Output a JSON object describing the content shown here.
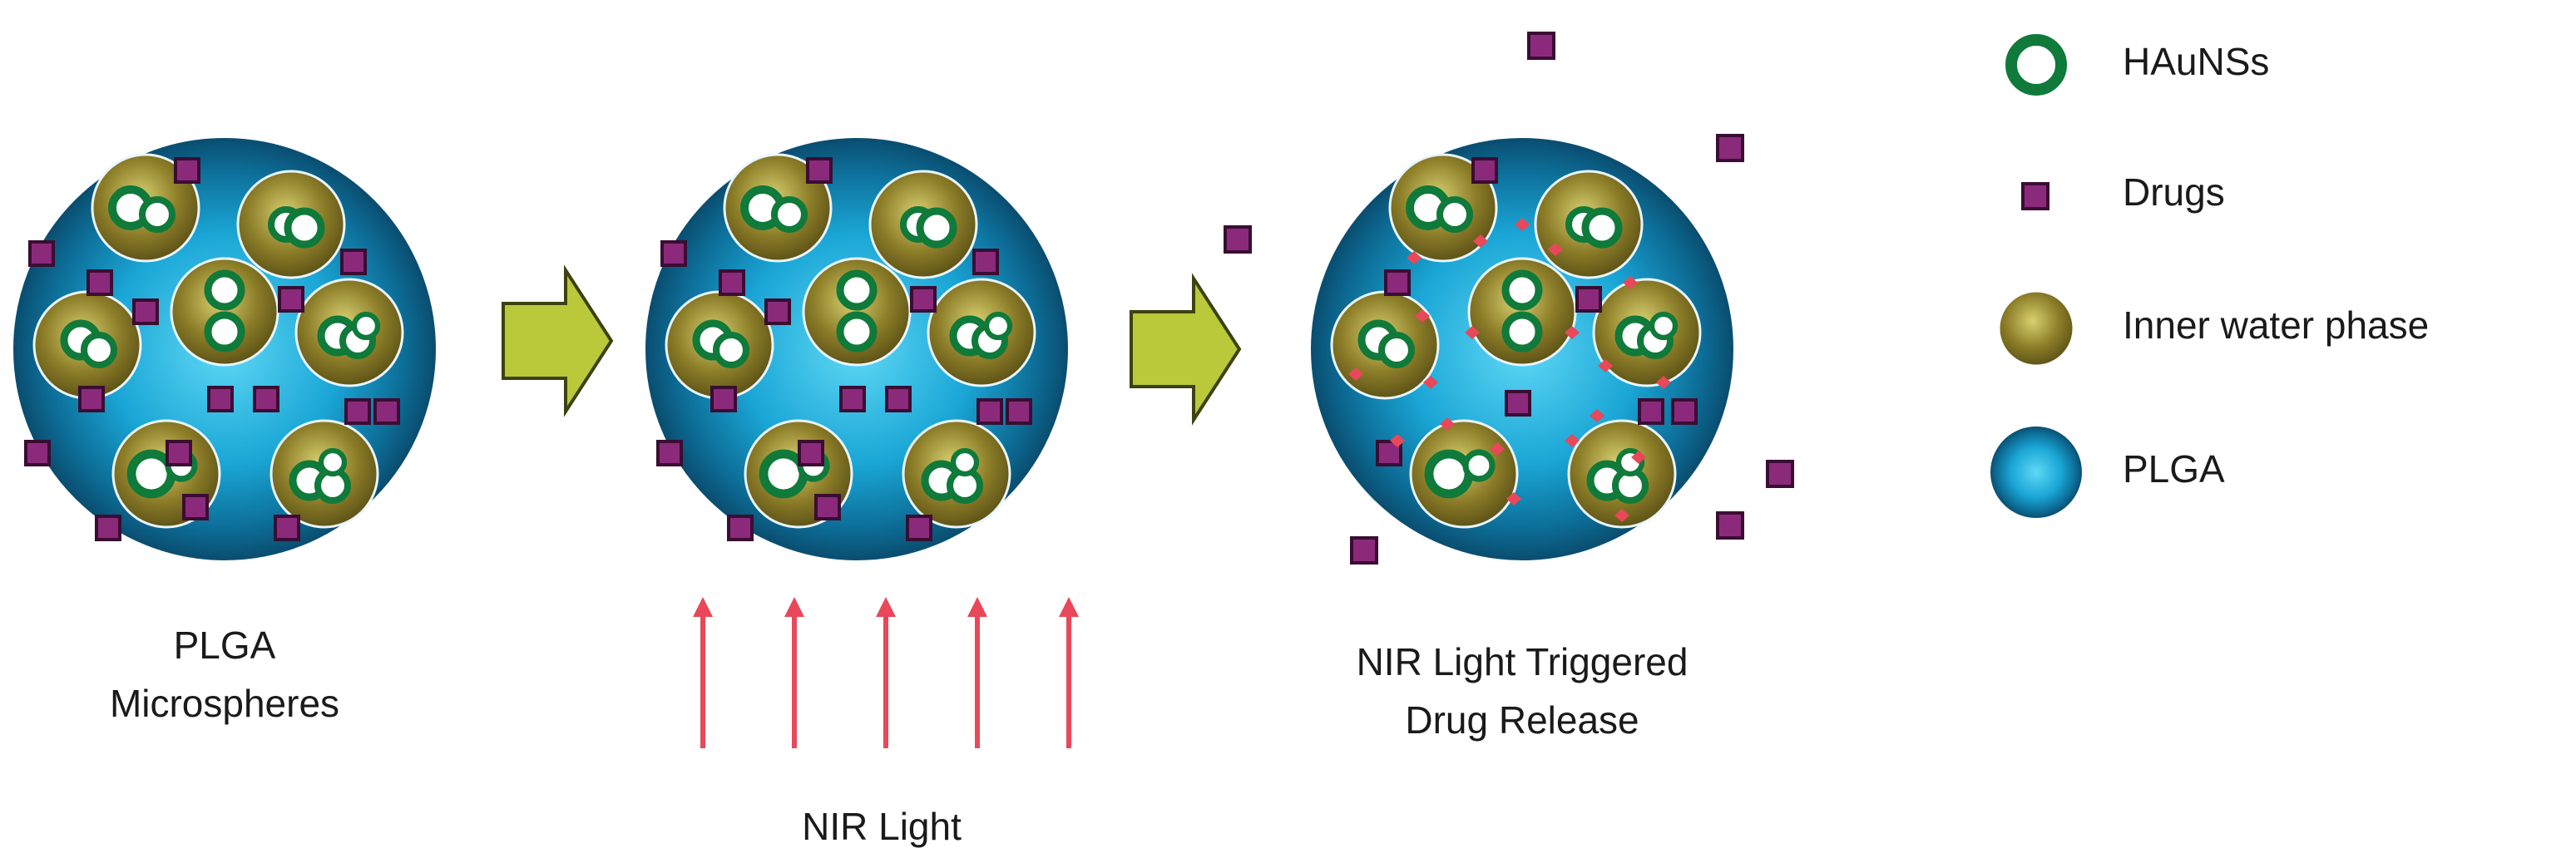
{
  "captions": {
    "stage1_line1": "PLGA",
    "stage1_line2": "Microspheres",
    "stage2": "NIR Light",
    "stage3_line1": "NIR Light Triggered",
    "stage3_line2": "Drug Release"
  },
  "legend": {
    "hausns": "HAuNSs",
    "drugs": "Drugs",
    "water": "Inner water phase",
    "plga": "PLGA"
  },
  "colors": {
    "plga": "#1aa6d6",
    "plga_dark": "#0b5d86",
    "water": "#9a8a2a",
    "hausns": "#0f7a3a",
    "drug": "#8b2a7a",
    "arrow_block": "#b9c93a",
    "nir_arrow": "#e8485a",
    "release_mark": "#e8485a"
  }
}
